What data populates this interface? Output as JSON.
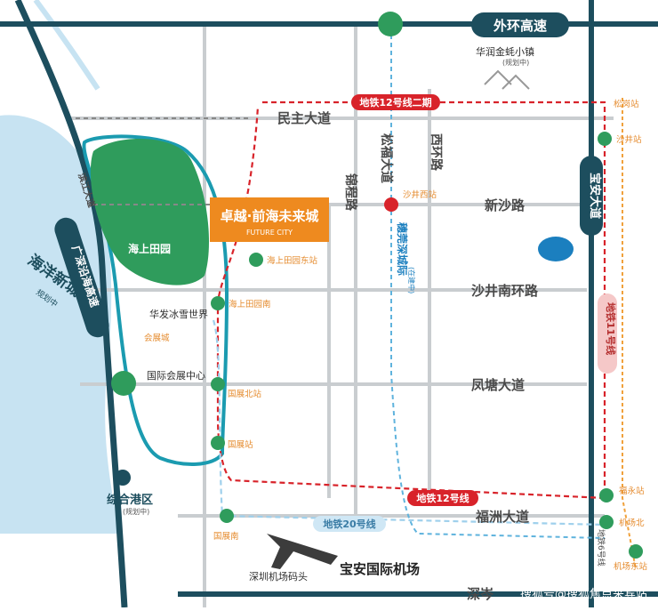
{
  "roads": {
    "outer_ring": "外环高速",
    "coastal_highway": "广深沿海高速",
    "baoan_avenue": "宝安大道",
    "minzhu": "民主大道",
    "xinsha": "新沙路",
    "shajing_south_ring": "沙井南环路",
    "fengtang": "凤塘大道",
    "fuzhou": "福洲大道",
    "jinjie": "锦程路",
    "songfu": "松福大道",
    "xihuan": "西环路",
    "binjiang": "滨江大道",
    "shenzhen_cen": "深岑",
    "guanshen_line": "穗莞深城际",
    "guanshen_note": "(在建中)"
  },
  "metro": {
    "line12": "地铁12号线",
    "line12_phase2": "地铁12号线二期",
    "line20": "地铁20号线",
    "line11": "地铁11号线",
    "line6": "地铁6号线"
  },
  "stations": {
    "songgang": "松岗站",
    "shajing": "沙井站",
    "shajing_west": "沙井西站",
    "haishang_east": "海上田园东站",
    "haishang_south": "海上田园南",
    "huizhan_city": "会展城",
    "guozhan_north": "国展北站",
    "guozhan": "国展站",
    "guozhan_south": "国展南",
    "fuyong": "福永站",
    "jichang_north": "机场北",
    "jichang_east": "机场东站"
  },
  "poi": {
    "project_name": "卓越·前海未来城",
    "project_en": "FUTURE CITY",
    "haishang_park": "海上田园",
    "huarun_town": "华润金蚝小镇",
    "huarun_note": "(规划中)",
    "ice_world": "华发冰雪世界",
    "expo_center": "国际会展中心",
    "port_area": "综合港区",
    "port_note": "(规划中)",
    "ocean_city": "海洋新城",
    "ocean_city_note": "规划中",
    "airport": "宝安国际机场",
    "airport_pier": "深圳机场码头"
  },
  "watermark": "搜狐号@搜狐焦点采宾站",
  "colors": {
    "sea": "#c7e3f2",
    "road_dark": "#1d4e5e",
    "highlight_orange": "#ee8a1f",
    "metro_red": "#d8232a",
    "metro_orange": "#f0a13c",
    "metro_blue": "#9fd0ec",
    "station_green": "#2f9c5c"
  }
}
